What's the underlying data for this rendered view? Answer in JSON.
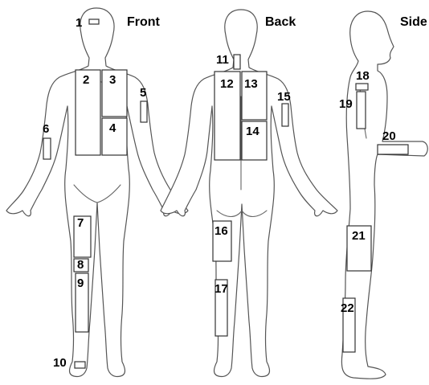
{
  "views": {
    "front": "Front",
    "back": "Back",
    "side": "Side"
  },
  "sites": [
    {
      "id": "1",
      "label": "1",
      "view": "front",
      "area": "forehead"
    },
    {
      "id": "2",
      "label": "2",
      "view": "front",
      "area": "chest"
    },
    {
      "id": "3",
      "label": "3",
      "view": "front",
      "area": "chest"
    },
    {
      "id": "4",
      "label": "4",
      "view": "front",
      "area": "abdomen"
    },
    {
      "id": "5",
      "label": "5",
      "view": "front",
      "area": "upper arm"
    },
    {
      "id": "6",
      "label": "6",
      "view": "front",
      "area": "forearm"
    },
    {
      "id": "7",
      "label": "7",
      "view": "front",
      "area": "thigh"
    },
    {
      "id": "8",
      "label": "8",
      "view": "front",
      "area": "knee"
    },
    {
      "id": "9",
      "label": "9",
      "view": "front",
      "area": "shin"
    },
    {
      "id": "10",
      "label": "10",
      "view": "front",
      "area": "foot"
    },
    {
      "id": "11",
      "label": "11",
      "view": "back",
      "area": "neck"
    },
    {
      "id": "12",
      "label": "12",
      "view": "back",
      "area": "upper back"
    },
    {
      "id": "13",
      "label": "13",
      "view": "back",
      "area": "upper back"
    },
    {
      "id": "14",
      "label": "14",
      "view": "back",
      "area": "lower back"
    },
    {
      "id": "15",
      "label": "15",
      "view": "back",
      "area": "upper arm"
    },
    {
      "id": "16",
      "label": "16",
      "view": "back",
      "area": "thigh"
    },
    {
      "id": "17",
      "label": "17",
      "view": "back",
      "area": "calf"
    },
    {
      "id": "18",
      "label": "18",
      "view": "side",
      "area": "shoulder"
    },
    {
      "id": "19",
      "label": "19",
      "view": "side",
      "area": "upper arm"
    },
    {
      "id": "20",
      "label": "20",
      "view": "side",
      "area": "forearm"
    },
    {
      "id": "21",
      "label": "21",
      "view": "side",
      "area": "thigh"
    },
    {
      "id": "22",
      "label": "22",
      "view": "side",
      "area": "calf"
    }
  ]
}
